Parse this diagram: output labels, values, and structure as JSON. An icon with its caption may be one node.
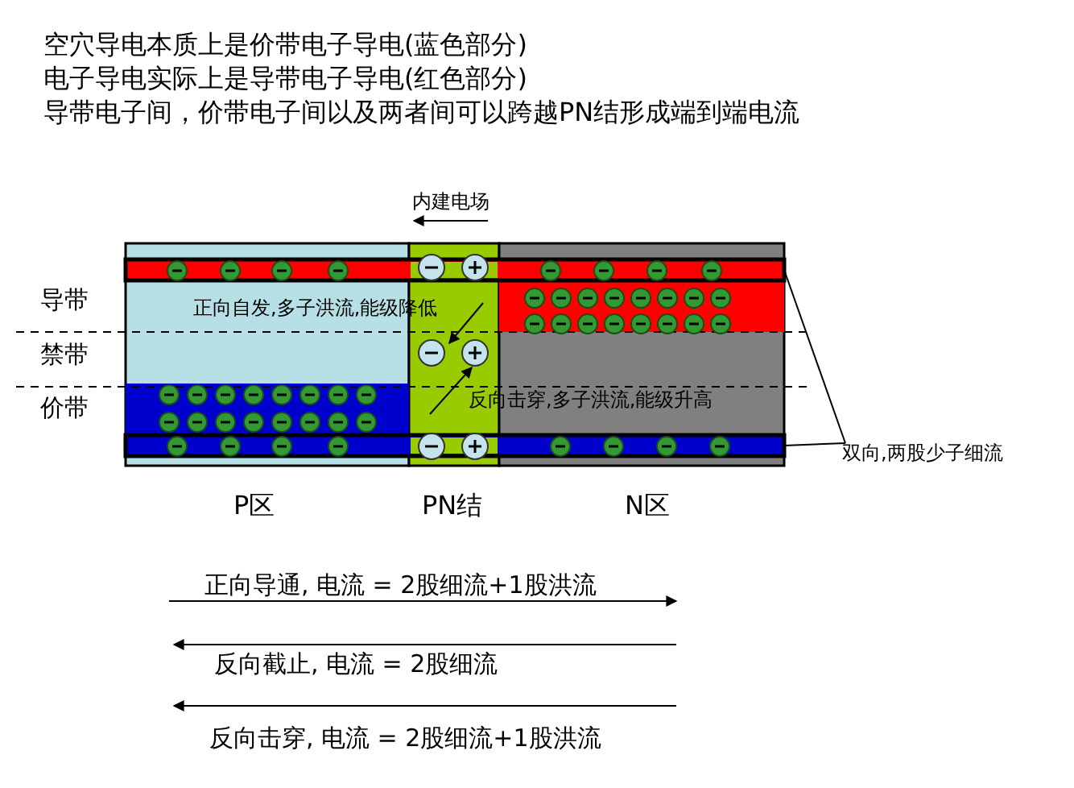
{
  "diagram": {
    "nodes": [
      {
        "text": [],
        "shape": "bar"
      },
      {
        "text": [],
        "shape": "bar"
      },
      {
        "text": [
          "双向,两股少子细流"
        ]
      }
    ],
    "edges": [
      {
        "from": 2,
        "to": 0,
        "arrow": "none"
      },
      {
        "from": 2,
        "to": 1,
        "arrow": "none"
      }
    ],
    "labels": [
      "空穴导电本质上是价带电子导电(蓝色部分)",
      "电子导电实际上是导带电子导电(红色部分)",
      "导带电子间，价带电子间以及两者间可以跨越PN结形成端到端电流",
      "内建电场",
      "导带",
      "禁带",
      "价带",
      "正向自发,多子洪流,能级降低",
      "反向击穿,多子洪流,能级升高",
      "P区",
      "PN结",
      "N区",
      "正向导通, 电流 = 2股细流+1股洪流",
      "反向截止, 电流 = 2股细流",
      "反向击穿, 电流 = 2股细流+1股洪流"
    ]
  }
}
